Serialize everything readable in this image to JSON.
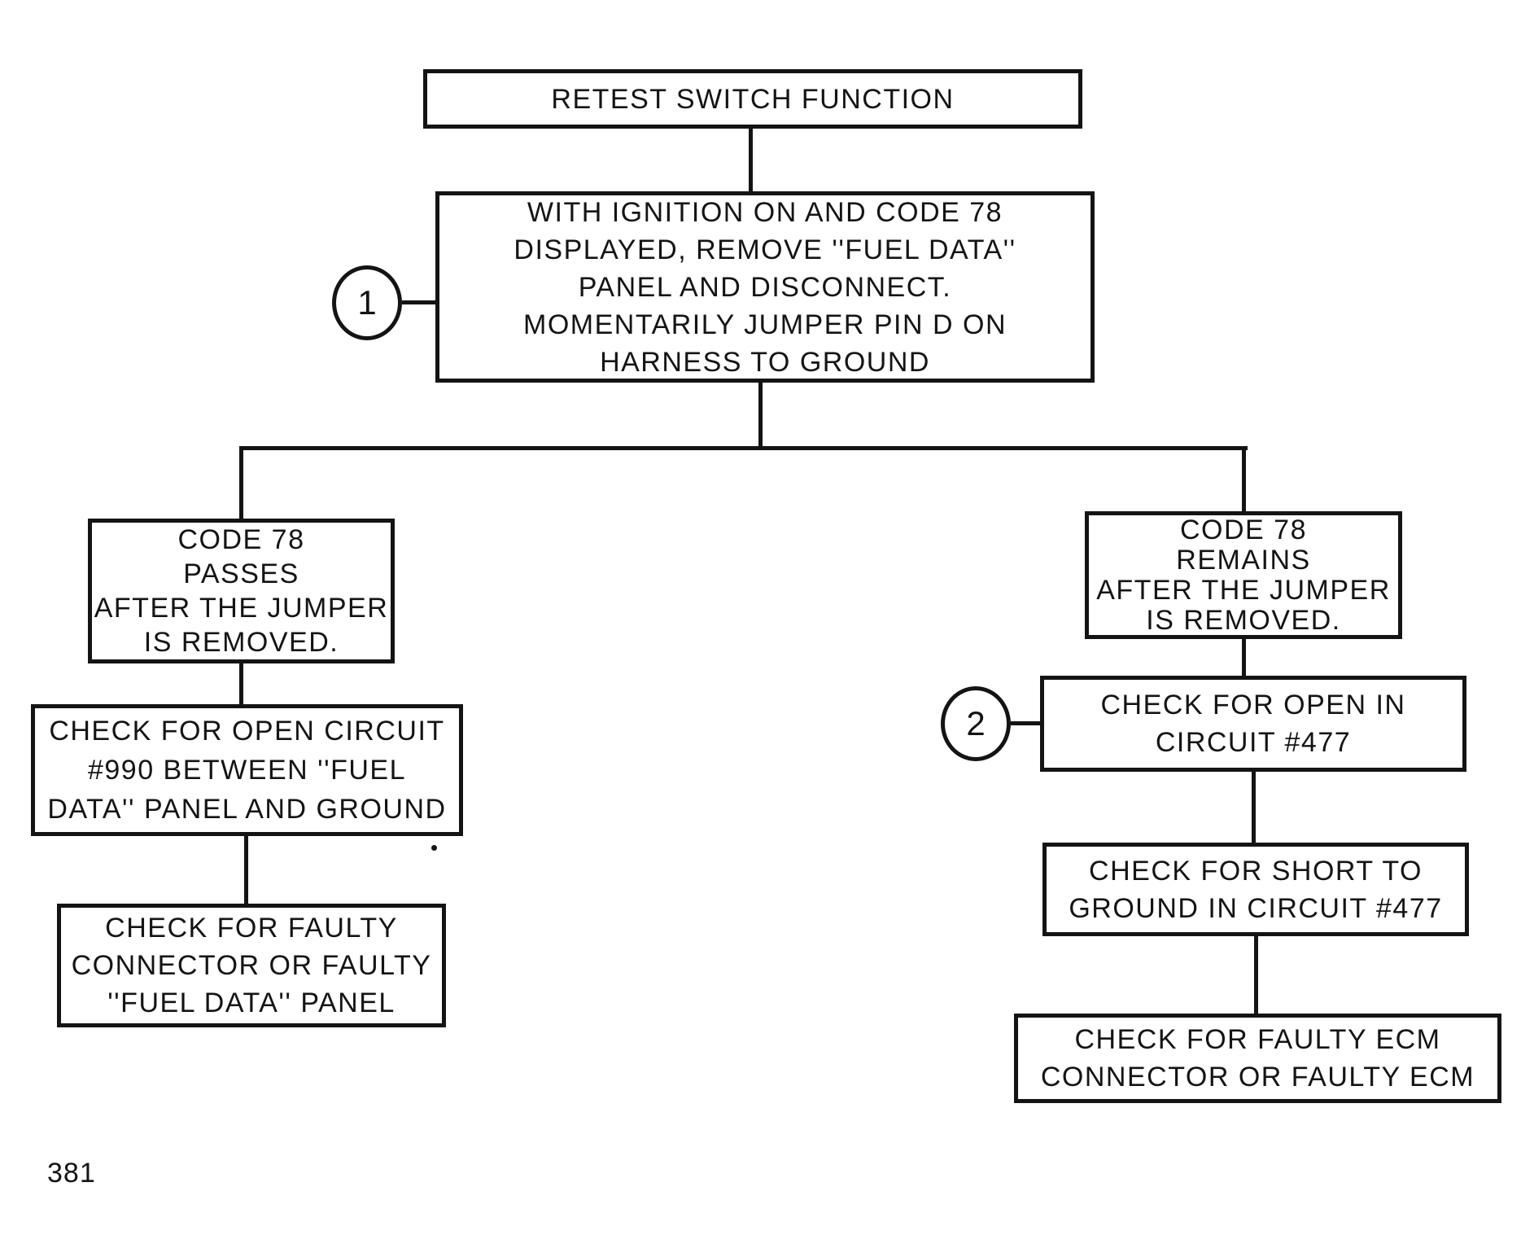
{
  "page": {
    "number": "381"
  },
  "colors": {
    "ink": "#141414",
    "paper": "#ffffff"
  },
  "flowchart": {
    "title_box": {
      "label": "RETEST SWITCH FUNCTION"
    },
    "step1": {
      "badge": "1",
      "lines": [
        "WITH IGNITION ON AND CODE 78",
        "DISPLAYED, REMOVE ''FUEL DATA''",
        "PANEL AND DISCONNECT.",
        "MOMENTARILY JUMPER PIN D ON",
        "HARNESS TO GROUND"
      ]
    },
    "left_branch": {
      "condition_lines": [
        "CODE 78",
        "PASSES",
        "AFTER THE JUMPER",
        "IS REMOVED."
      ],
      "check_open_990_lines": [
        "CHECK FOR OPEN CIRCUIT",
        "#990 BETWEEN ''FUEL",
        "DATA'' PANEL AND GROUND"
      ],
      "check_faulty_panel_lines": [
        "CHECK FOR FAULTY",
        "CONNECTOR OR FAULTY",
        "''FUEL DATA'' PANEL"
      ]
    },
    "right_branch": {
      "condition_lines": [
        "CODE 78",
        "REMAINS",
        "AFTER THE JUMPER",
        "IS REMOVED."
      ],
      "badge": "2",
      "check_open_477_lines": [
        "CHECK FOR OPEN IN",
        "CIRCUIT #477"
      ],
      "check_short_477_lines": [
        "CHECK FOR SHORT TO",
        "GROUND IN CIRCUIT #477"
      ],
      "check_faulty_ecm_lines": [
        "CHECK FOR FAULTY ECM",
        "CONNECTOR OR FAULTY ECM"
      ]
    }
  }
}
